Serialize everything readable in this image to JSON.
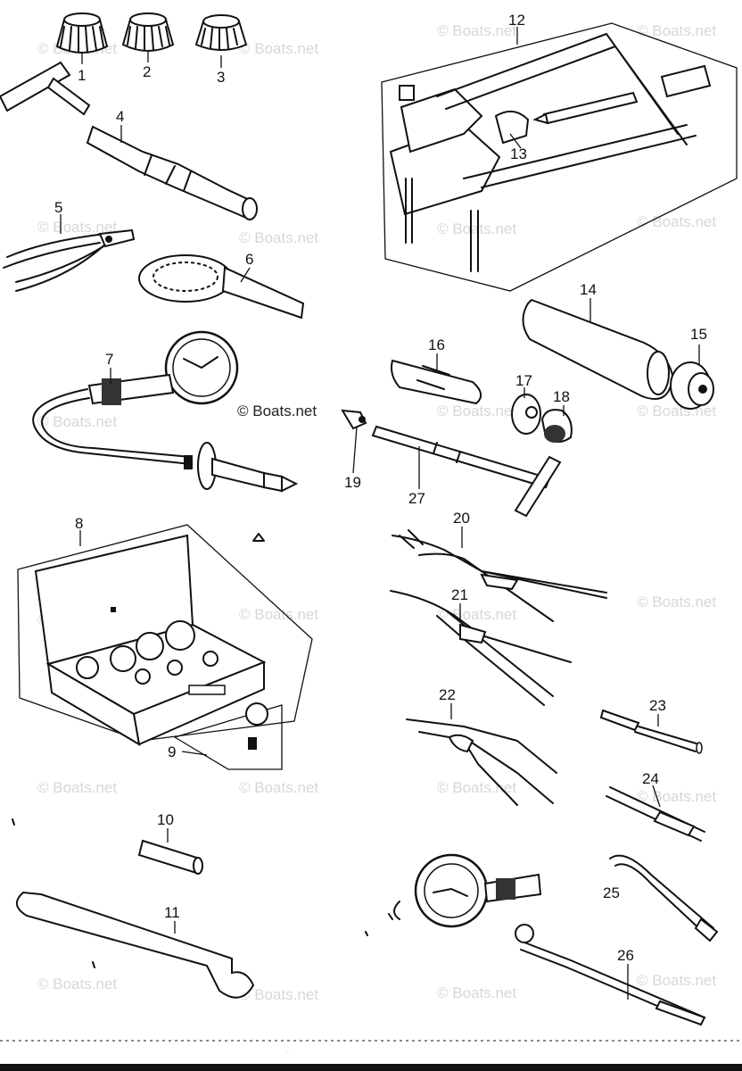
{
  "callouts": [
    "1",
    "2",
    "3",
    "4",
    "5",
    "6",
    "7",
    "8",
    "9",
    "10",
    "11",
    "12",
    "13",
    "14",
    "15",
    "16",
    "17",
    "18",
    "19",
    "20",
    "21",
    "22",
    "23",
    "24",
    "25",
    "26",
    "27"
  ],
  "watermark": "© Boats.net",
  "footer_text": "…"
}
